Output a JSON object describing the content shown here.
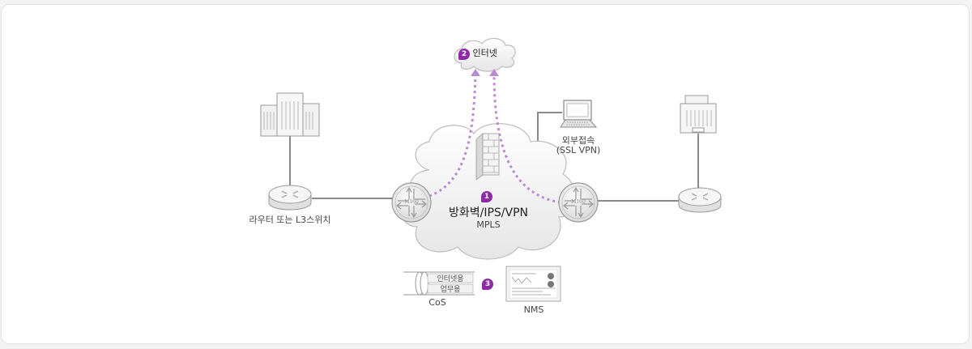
{
  "diagram": {
    "internet": {
      "badge": "2",
      "label": "인터넷"
    },
    "core": {
      "badge": "1",
      "title": "방화벽/IPS/VPN",
      "subtitle": "MPLS"
    },
    "router_left_model": "M160",
    "router_right_model": "M160",
    "left_switch_label": "라우터 또는 L3스위치",
    "remote_access": {
      "line1": "외부접속",
      "line2": "(SSL VPN)"
    },
    "cos": {
      "badge": "3",
      "lane1": "인터넷용",
      "lane2": "업무용",
      "label": "CoS"
    },
    "nms_label": "NMS",
    "colors": {
      "accent": "#8e2aa8",
      "dotted_path": "#b98bd0",
      "line": "#8a8a8a"
    }
  }
}
